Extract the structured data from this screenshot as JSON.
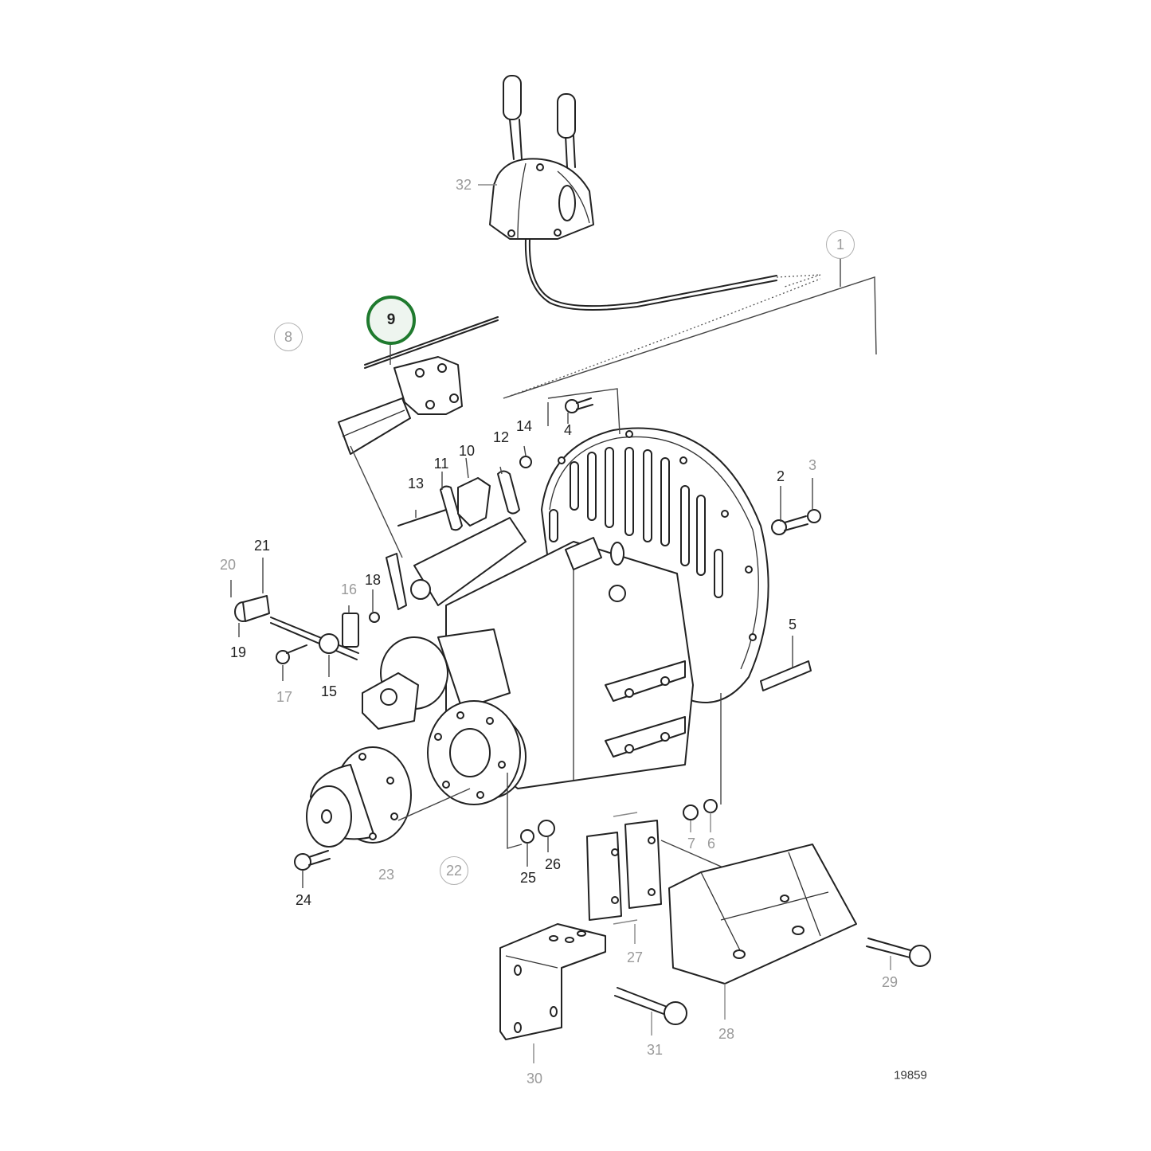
{
  "figure": {
    "figure_number": "19859",
    "description": "Exploded parts diagram: reverse gear / control lever assembly"
  },
  "selected_callout": {
    "label": "9",
    "color": "#1f7a2e"
  },
  "colors": {
    "line": "#222222",
    "dark_label": "#222222",
    "gray_label": "#9a9a9a",
    "highlight_ring": "#1f7a2e",
    "highlight_fill": "#eef5ef",
    "background": "#ffffff"
  },
  "callouts": [
    {
      "id": "c1",
      "label": "1",
      "style": "circled-gray"
    },
    {
      "id": "c2",
      "label": "2",
      "style": "dark"
    },
    {
      "id": "c3",
      "label": "3",
      "style": "gray"
    },
    {
      "id": "c4",
      "label": "4",
      "style": "dark"
    },
    {
      "id": "c5",
      "label": "5",
      "style": "dark"
    },
    {
      "id": "c6",
      "label": "6",
      "style": "gray"
    },
    {
      "id": "c7",
      "label": "7",
      "style": "gray"
    },
    {
      "id": "c8",
      "label": "8",
      "style": "circled-gray"
    },
    {
      "id": "c9",
      "label": "9",
      "style": "circled-highlight"
    },
    {
      "id": "c10",
      "label": "10",
      "style": "dark"
    },
    {
      "id": "c11",
      "label": "11",
      "style": "dark"
    },
    {
      "id": "c12",
      "label": "12",
      "style": "dark"
    },
    {
      "id": "c13",
      "label": "13",
      "style": "dark"
    },
    {
      "id": "c14",
      "label": "14",
      "style": "dark"
    },
    {
      "id": "c15",
      "label": "15",
      "style": "dark"
    },
    {
      "id": "c16",
      "label": "16",
      "style": "gray"
    },
    {
      "id": "c17",
      "label": "17",
      "style": "gray"
    },
    {
      "id": "c18",
      "label": "18",
      "style": "dark"
    },
    {
      "id": "c19",
      "label": "19",
      "style": "dark"
    },
    {
      "id": "c20",
      "label": "20",
      "style": "gray"
    },
    {
      "id": "c21",
      "label": "21",
      "style": "dark"
    },
    {
      "id": "c22",
      "label": "22",
      "style": "circled-gray"
    },
    {
      "id": "c23",
      "label": "23",
      "style": "gray"
    },
    {
      "id": "c24",
      "label": "24",
      "style": "dark"
    },
    {
      "id": "c25",
      "label": "25",
      "style": "dark"
    },
    {
      "id": "c26",
      "label": "26",
      "style": "dark"
    },
    {
      "id": "c27",
      "label": "27",
      "style": "gray"
    },
    {
      "id": "c28",
      "label": "28",
      "style": "gray"
    },
    {
      "id": "c29",
      "label": "29",
      "style": "gray"
    },
    {
      "id": "c30",
      "label": "30",
      "style": "gray"
    },
    {
      "id": "c31",
      "label": "31",
      "style": "gray"
    },
    {
      "id": "c32",
      "label": "32",
      "style": "gray"
    }
  ]
}
